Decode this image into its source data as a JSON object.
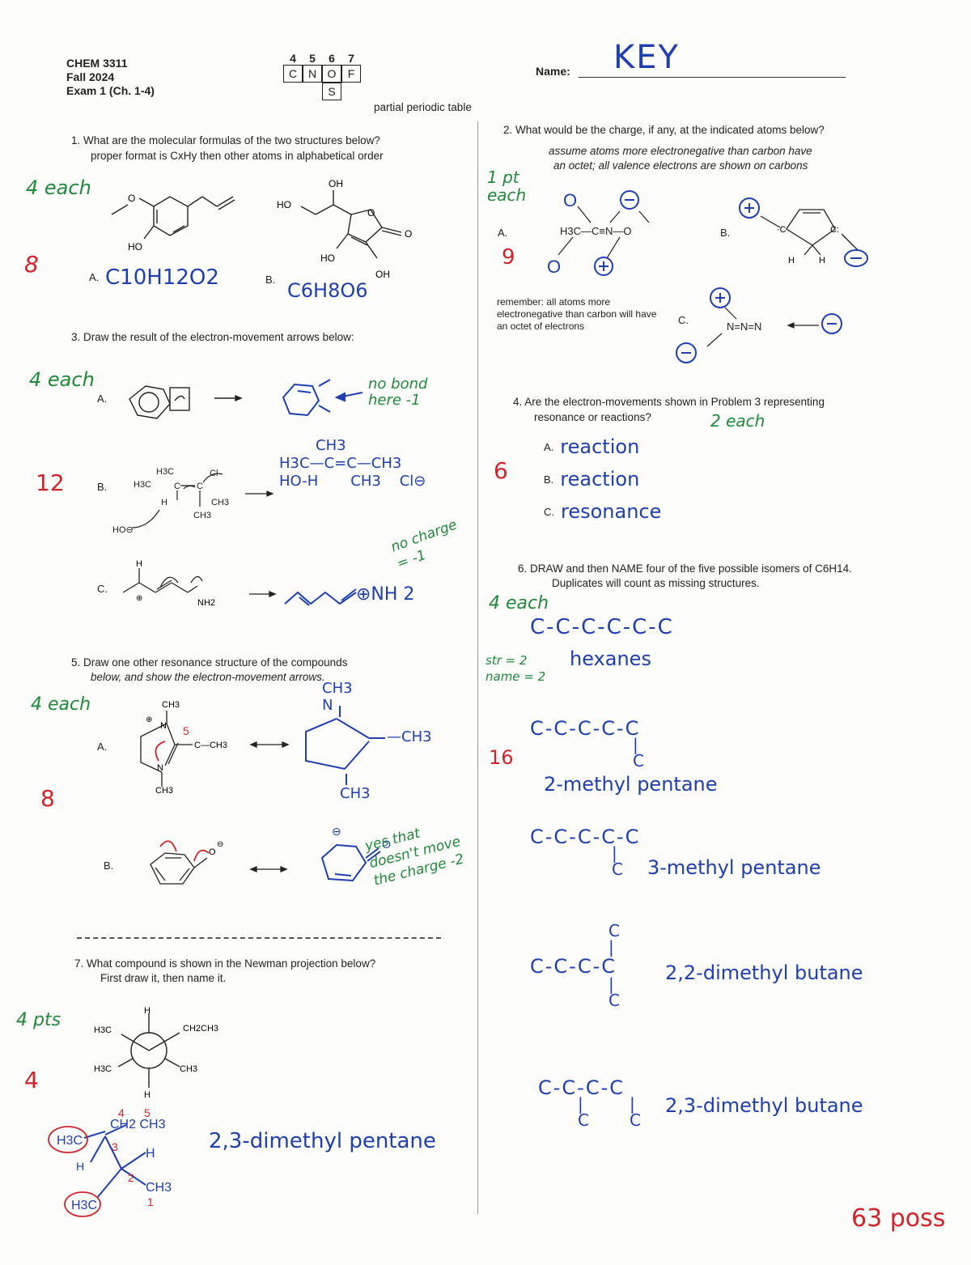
{
  "header": {
    "course": "CHEM 3311",
    "term": "Fall 2024",
    "exam": "Exam 1 (Ch. 1-4)",
    "periodic_numbers": [
      "4",
      "5",
      "6",
      "7"
    ],
    "periodic_symbols": [
      "C",
      "N",
      "O",
      "F"
    ],
    "periodic_extra": "S",
    "periodic_caption": "partial periodic table",
    "name_label": "Name:",
    "name_value": "KEY"
  },
  "q1": {
    "text": "1. What are the molecular formulas of the two structures below?",
    "sub": "proper format is CxHy then other atoms in alphabetical order",
    "grading": "4 each",
    "score": "8",
    "a_label": "A.",
    "a_answer": "C10H12O2",
    "b_label": "B.",
    "b_answer": "C6H8O6"
  },
  "q2": {
    "text": "2. What would be the charge, if any, at the indicated atoms below?",
    "sub1": "assume atoms more electronegative than carbon have",
    "sub2": "an octet; all valence electrons are shown on carbons",
    "grading": "1 pt each",
    "score": "9",
    "a_label": "A.",
    "b_label": "B.",
    "c_label": "C.",
    "a_formula": "H3C—C≡N—O",
    "c_formula": "N=N=N",
    "note": "remember: all atoms more electronegative than carbon will have an octet of electrons"
  },
  "q3": {
    "text": "3. Draw the result of the electron-movement arrows below:",
    "grading": "4 each",
    "score": "12",
    "a_label": "A.",
    "b_label": "B.",
    "c_label": "C.",
    "a_note": "no bond here -1",
    "c_note": "no charge = -1"
  },
  "q4": {
    "text": "4. Are the electron-movements shown in Problem 3 representing",
    "sub": "resonance or reactions?",
    "grading": "2 each",
    "score": "6",
    "answers": [
      {
        "label": "A.",
        "value": "reaction"
      },
      {
        "label": "B.",
        "value": "reaction"
      },
      {
        "label": "C.",
        "value": "resonance"
      }
    ]
  },
  "q5": {
    "text": "5. Draw one other resonance structure of the compounds",
    "sub": "below, and show the electron-movement arrows.",
    "grading": "4 each",
    "score": "8",
    "a_label": "A.",
    "b_label": "B.",
    "b_note": "yes that doesn't move the charge -2"
  },
  "q6": {
    "text": "6. DRAW and then NAME four of the five possible isomers of C6H14.",
    "sub": "Duplicates will count as missing structures.",
    "grading": "4 each",
    "grading2": "str = 2 name = 2",
    "score": "16",
    "isomers": [
      {
        "structure": "C-C-C-C-C-C",
        "name": "hexanes"
      },
      {
        "structure": "C-C-C-C-C",
        "name": "2-methyl pentane"
      },
      {
        "structure": "C-C-C-C-C",
        "name": "3-methyl pentane"
      },
      {
        "structure": "C-C-C-C",
        "name": "2,2-dimethyl butane"
      },
      {
        "structure": "C-C-C-C",
        "name": "2,3-dimethyl butane"
      }
    ]
  },
  "q7": {
    "text": "7. What compound is shown in the Newman projection below?",
    "sub": "First draw it, then name it.",
    "grading": "4 pts",
    "score": "4",
    "answer": "2,3-dimethyl pentane"
  },
  "total": "63 poss"
}
